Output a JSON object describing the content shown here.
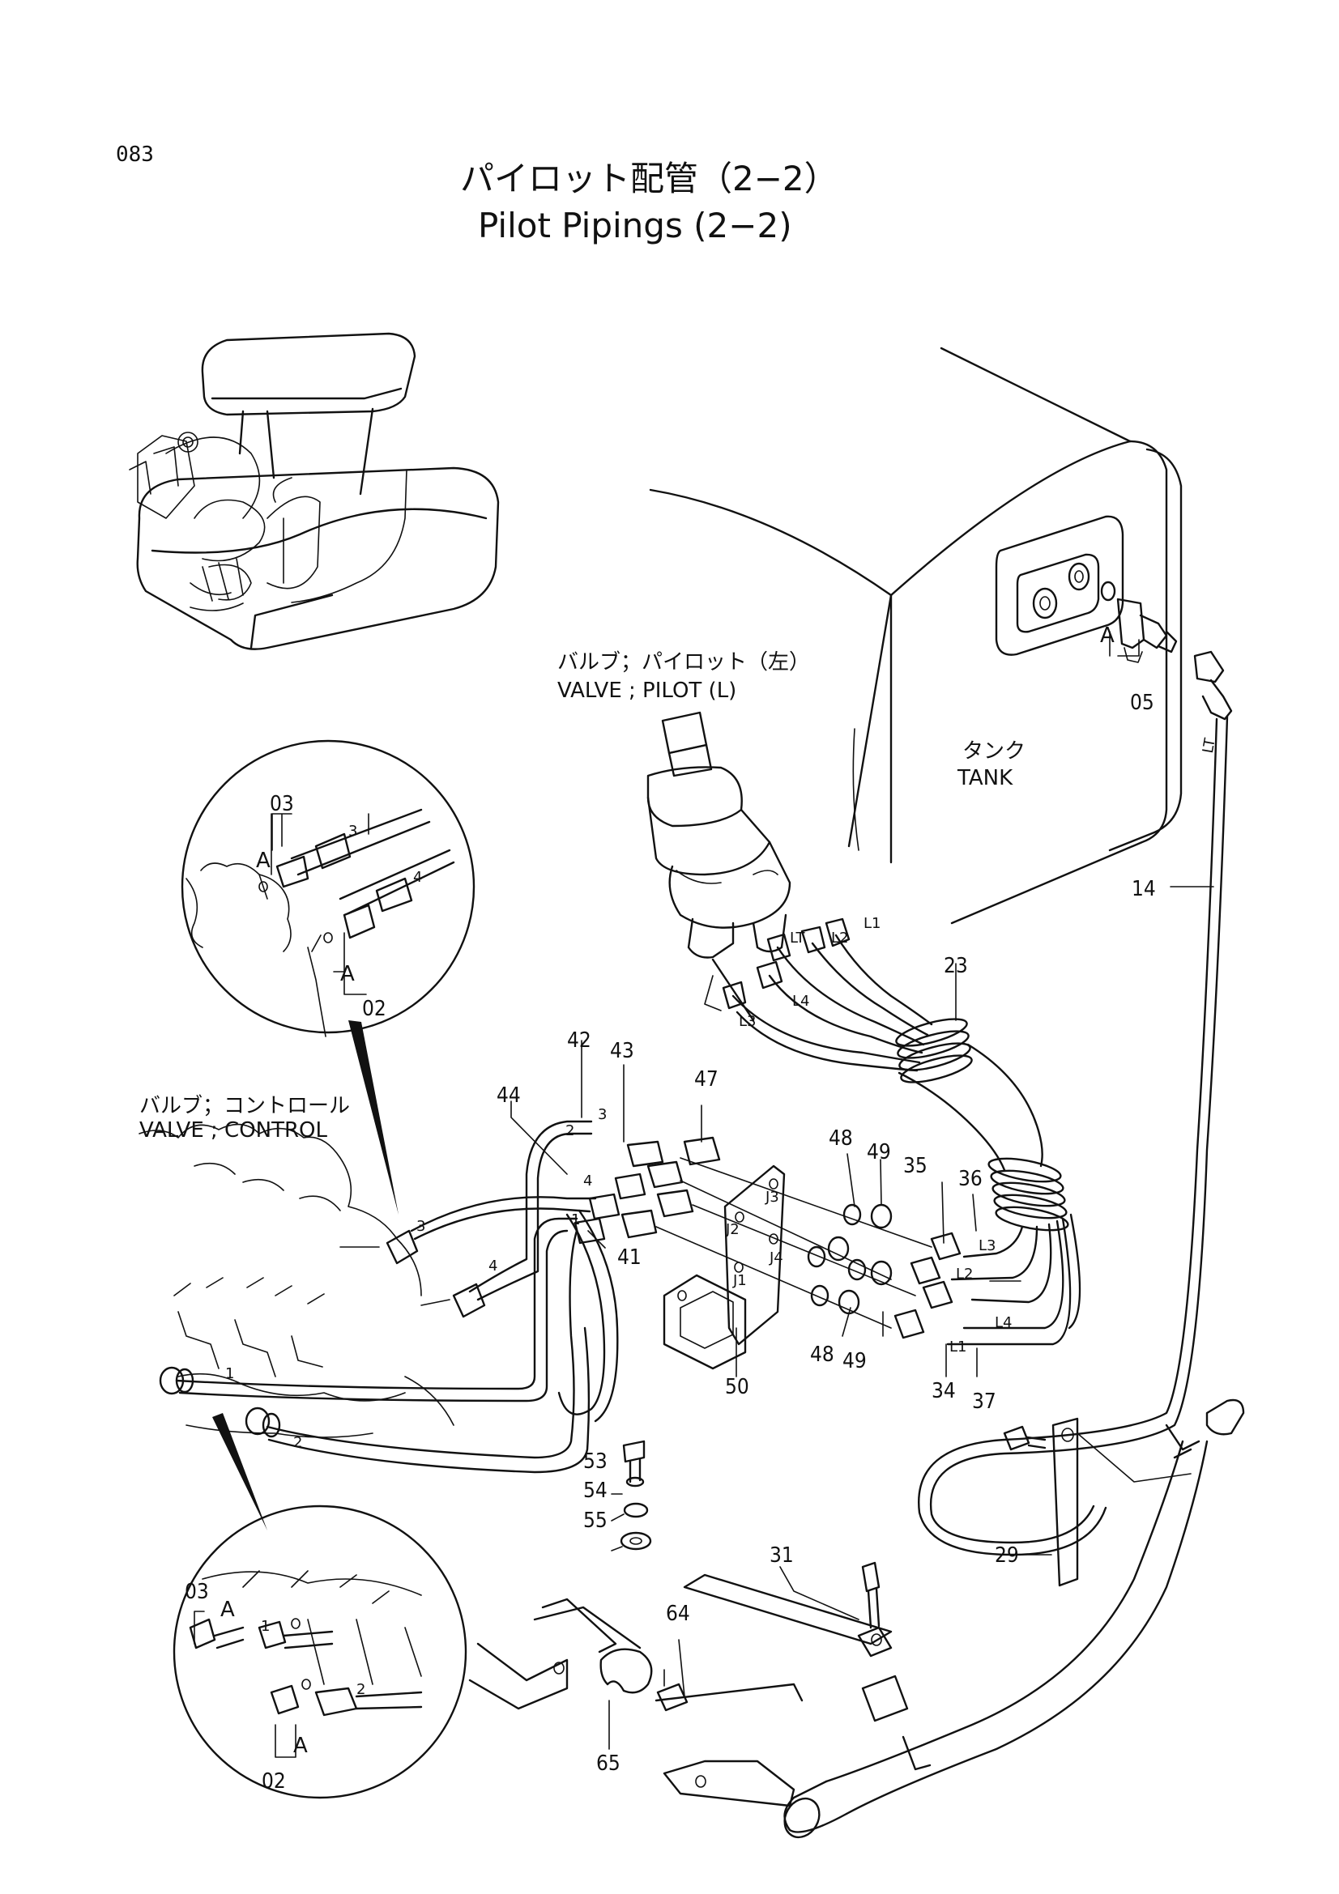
{
  "page": {
    "number": "083"
  },
  "title": {
    "japanese": "パイロット配管（2−2）",
    "english": "Pilot Pipings (2−2)"
  },
  "components": {
    "valve_pilot": {
      "japanese": "バルブ；パイロット（左）",
      "english": "VALVE ; PILOT (L)"
    },
    "valve_control": {
      "japanese": "バルブ；コントロール",
      "english": "VALVE ; CONTROL"
    },
    "tank": {
      "japanese": "タンク",
      "english": "TANK"
    }
  },
  "detail_marker": "A",
  "part_numbers": [
    "02",
    "03",
    "05",
    "14",
    "23",
    "29",
    "31",
    "34",
    "35",
    "36",
    "37",
    "41",
    "42",
    "43",
    "44",
    "47",
    "48",
    "49",
    "50",
    "53",
    "54",
    "55",
    "64",
    "65"
  ],
  "hose_labels": [
    "L1",
    "L2",
    "L3",
    "L4",
    "LT"
  ],
  "hose_numbers": [
    "1",
    "2",
    "3",
    "4"
  ],
  "bracket_ports": [
    "J1",
    "J2",
    "J3",
    "J4"
  ]
}
